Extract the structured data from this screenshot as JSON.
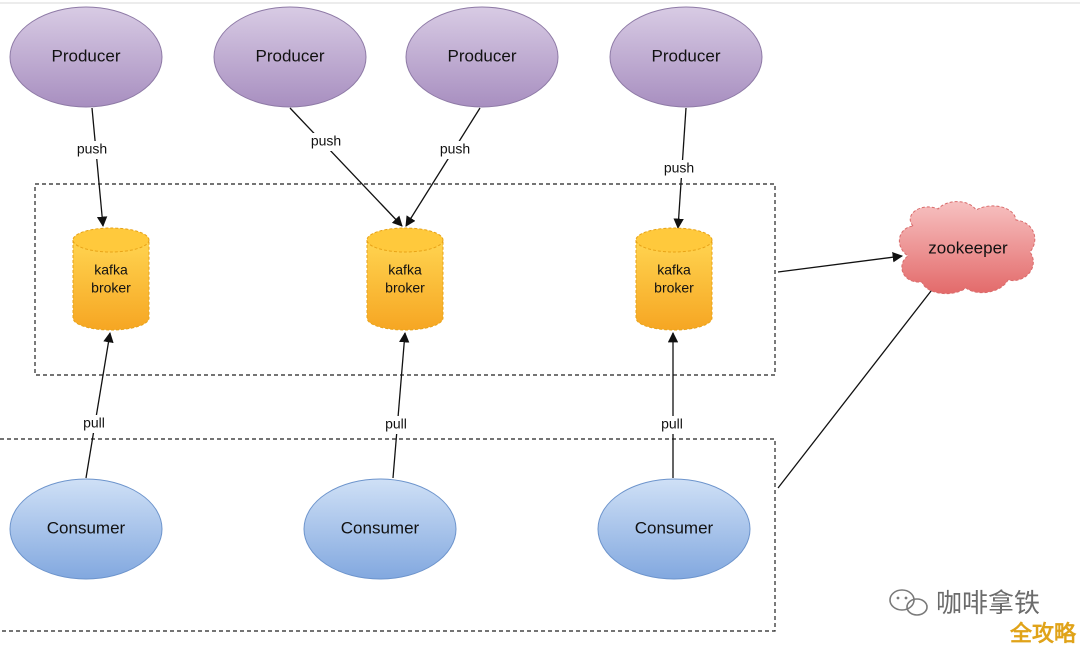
{
  "diagram": {
    "producers": [
      {
        "label": "Producer"
      },
      {
        "label": "Producer"
      },
      {
        "label": "Producer"
      },
      {
        "label": "Producer"
      }
    ],
    "brokers": [
      {
        "line1": "kafka",
        "line2": "broker"
      },
      {
        "line1": "kafka",
        "line2": "broker"
      },
      {
        "line1": "kafka",
        "line2": "broker"
      }
    ],
    "consumers": [
      {
        "label": "Consumer"
      },
      {
        "label": "Consumer"
      },
      {
        "label": "Consumer"
      }
    ],
    "zookeeper": {
      "label": "zookeeper"
    },
    "push_labels": [
      "push",
      "push",
      "push",
      "push"
    ],
    "pull_labels": [
      "pull",
      "pull",
      "pull"
    ],
    "colors": {
      "producer_fill": "#b9a6cc",
      "producer_stroke": "#8e7aa6",
      "broker_fill": "#fbbf2e",
      "broker_stroke": "#e8a317",
      "consumer_fill": "#a8c6ec",
      "consumer_stroke": "#6d94cc",
      "zookeeper_fill": "#ef8f8f",
      "zookeeper_stroke": "#d96b6b"
    }
  },
  "watermark": {
    "text": "咖啡拿铁",
    "corner_text": "全攻略"
  }
}
